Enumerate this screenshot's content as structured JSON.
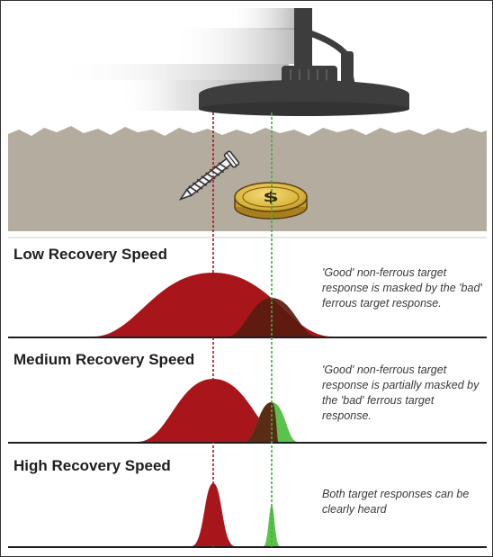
{
  "panels": [
    {
      "title": "Low Recovery Speed",
      "caption": "'Good' non-ferrous target response is masked by the 'bad' ferrous target response."
    },
    {
      "title": "Medium Recovery Speed",
      "caption": "'Good' non-ferrous target response is partially masked by the 'bad' ferrous target response."
    },
    {
      "title": "High Recovery Speed",
      "caption": "Both target responses can be clearly heard"
    }
  ],
  "colors": {
    "ferrous": "#a8161b",
    "non_ferrous": "#5cc24e",
    "overlap": "#5a1c10",
    "ground": "#b5aca0",
    "coil": "#3d3d3d",
    "coin": "#d8b23a"
  },
  "icons": [
    "search-coil-icon",
    "screw-icon",
    "coin-icon"
  ]
}
